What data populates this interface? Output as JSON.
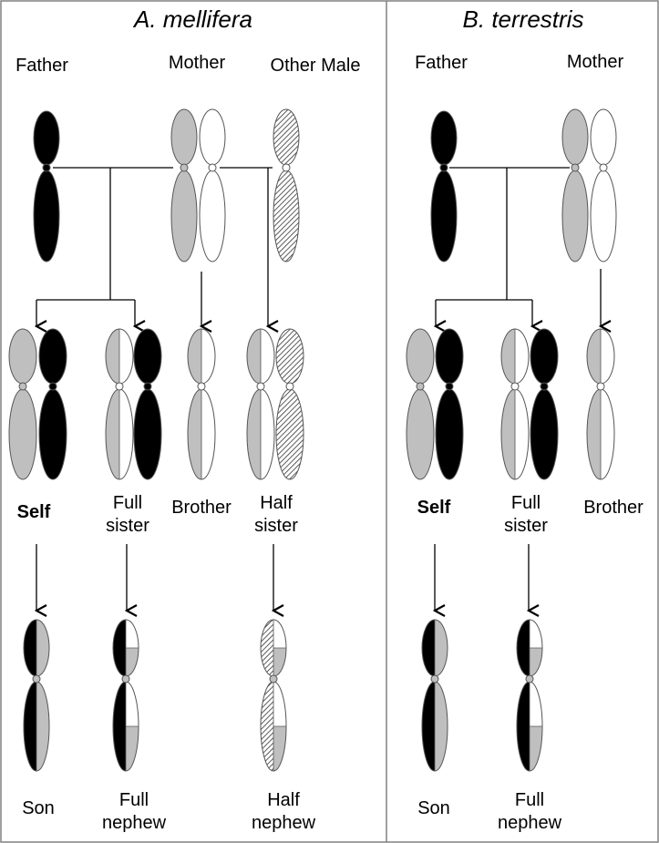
{
  "panels": [
    {
      "title": "A. mellifera",
      "labels": {
        "father": "Father",
        "mother": "Mother",
        "other_male": "Other Male",
        "self": "Self",
        "full_sister": [
          "Full",
          "sister"
        ],
        "brother": "Brother",
        "half_sister": [
          "Half",
          "sister"
        ],
        "son": "Son",
        "full_nephew": [
          "Full",
          "nephew"
        ],
        "half_nephew": [
          "Half",
          "nephew"
        ]
      }
    },
    {
      "title": "B. terrestris",
      "labels": {
        "father": "Father",
        "mother": "Mother",
        "self": "Self",
        "full_sister": [
          "Full",
          "sister"
        ],
        "brother": "Brother",
        "son": "Son",
        "full_nephew": [
          "Full",
          "nephew"
        ]
      }
    }
  ],
  "colors": {
    "paternal": "#000000",
    "maternal_a": "#bfbfbf",
    "maternal_b": "#ffffff",
    "other_male": "hatched",
    "outline": "#555555",
    "border": "#808080"
  }
}
